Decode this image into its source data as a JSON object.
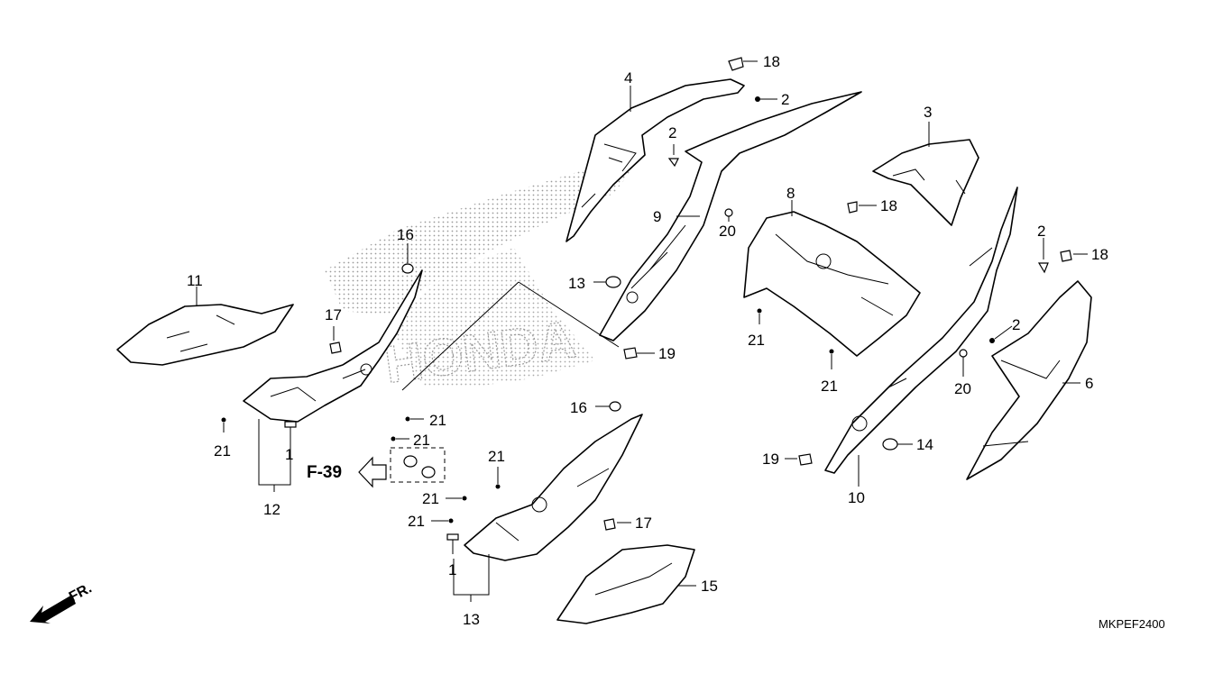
{
  "diagram": {
    "code": "MKPEF2400",
    "reference": "F-39",
    "front_marker": "FR.",
    "watermark": "HONDA",
    "callouts": [
      {
        "id": "c1a",
        "label": "1"
      },
      {
        "id": "c1b",
        "label": "1"
      },
      {
        "id": "c2a",
        "label": "2"
      },
      {
        "id": "c2b",
        "label": "2"
      },
      {
        "id": "c2c",
        "label": "2"
      },
      {
        "id": "c2d",
        "label": "2"
      },
      {
        "id": "c3",
        "label": "3"
      },
      {
        "id": "c4",
        "label": "4"
      },
      {
        "id": "c6",
        "label": "6"
      },
      {
        "id": "c8",
        "label": "8"
      },
      {
        "id": "c9",
        "label": "9"
      },
      {
        "id": "c10",
        "label": "10"
      },
      {
        "id": "c11",
        "label": "11"
      },
      {
        "id": "c12",
        "label": "12"
      },
      {
        "id": "c13a",
        "label": "13"
      },
      {
        "id": "c13b",
        "label": "13"
      },
      {
        "id": "c14",
        "label": "14"
      },
      {
        "id": "c15",
        "label": "15"
      },
      {
        "id": "c16a",
        "label": "16"
      },
      {
        "id": "c16b",
        "label": "16"
      },
      {
        "id": "c17a",
        "label": "17"
      },
      {
        "id": "c17b",
        "label": "17"
      },
      {
        "id": "c18a",
        "label": "18"
      },
      {
        "id": "c18b",
        "label": "18"
      },
      {
        "id": "c18c",
        "label": "18"
      },
      {
        "id": "c19a",
        "label": "19"
      },
      {
        "id": "c19b",
        "label": "19"
      },
      {
        "id": "c20a",
        "label": "20"
      },
      {
        "id": "c20b",
        "label": "20"
      },
      {
        "id": "c21a",
        "label": "21"
      },
      {
        "id": "c21b",
        "label": "21"
      },
      {
        "id": "c21c",
        "label": "21"
      },
      {
        "id": "c21d",
        "label": "21"
      },
      {
        "id": "c21e",
        "label": "21"
      },
      {
        "id": "c21f",
        "label": "21"
      },
      {
        "id": "c21g",
        "label": "21"
      },
      {
        "id": "c21h",
        "label": "21"
      }
    ]
  }
}
